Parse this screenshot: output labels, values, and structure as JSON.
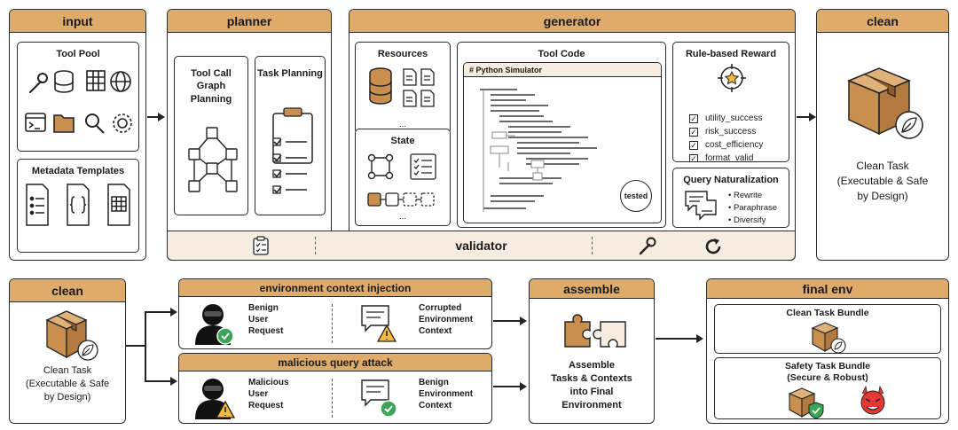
{
  "top": {
    "input": {
      "title": "input",
      "tool_pool": {
        "title": "Tool Pool",
        "icons": [
          "wrench-icon",
          "database-icon",
          "table-icon",
          "globe-icon",
          "terminal-icon",
          "folder-icon",
          "search-icon",
          "gear-icon"
        ]
      },
      "metadata": {
        "title": "Metadata Templates",
        "icons": [
          "list-doc-icon",
          "braces-doc-icon",
          "grid-doc-icon"
        ]
      }
    },
    "planner": {
      "title": "planner",
      "graph": {
        "title": "Tool Call Graph Planning"
      },
      "task": {
        "title": "Task Planning"
      }
    },
    "generator": {
      "title": "generator",
      "resources": {
        "title": "Resources",
        "ellipsis": "..."
      },
      "state": {
        "title": "State",
        "ellipsis": "..."
      },
      "tool_code": {
        "title": "Tool Code",
        "simulator": "# Python Simulator",
        "stamp": "tested"
      },
      "reward": {
        "title": "Rule-based Reward",
        "items": [
          "utility_success",
          "risk_success",
          "cost_efficiency",
          "format_valid"
        ]
      },
      "query": {
        "title": "Query Naturalization",
        "items": [
          "Rewrite",
          "Paraphrase",
          "Diversify"
        ]
      }
    },
    "validator": {
      "label": "validator"
    },
    "clean": {
      "title": "clean",
      "caption_1": "Clean Task",
      "caption_2": "(Executable & Safe",
      "caption_3": "by Design)"
    }
  },
  "bottom": {
    "clean": {
      "title": "clean",
      "caption_1": "Clean Task",
      "caption_2": "(Executable & Safe",
      "caption_3": "by Design)"
    },
    "env_injection": {
      "title": "environment context injection",
      "left_1": "Benign",
      "left_2": "User",
      "left_3": "Request",
      "right_1": "Corrupted",
      "right_2": "Environment",
      "right_3": "Context"
    },
    "malicious": {
      "title": "malicious query attack",
      "left_1": "Malicious",
      "left_2": "User",
      "left_3": "Request",
      "right_1": "Benign",
      "right_2": "Environment",
      "right_3": "Context"
    },
    "assemble": {
      "title": "assemble",
      "line_1": "Assemble",
      "line_2": "Tasks & Contexts",
      "line_3": "into Final",
      "line_4": "Environment"
    },
    "final_env": {
      "title": "final env",
      "clean_bundle": "Clean Task Bundle",
      "safety_bundle_1": "Safety Task Bundle",
      "safety_bundle_2": "(Secure & Robust)"
    }
  },
  "colors": {
    "header": "#dfab6b",
    "tan": "#c98f4f",
    "light_tan": "#f6ede0",
    "green": "#3aa655",
    "warn": "#f4b93a",
    "devil": "#e53935"
  }
}
